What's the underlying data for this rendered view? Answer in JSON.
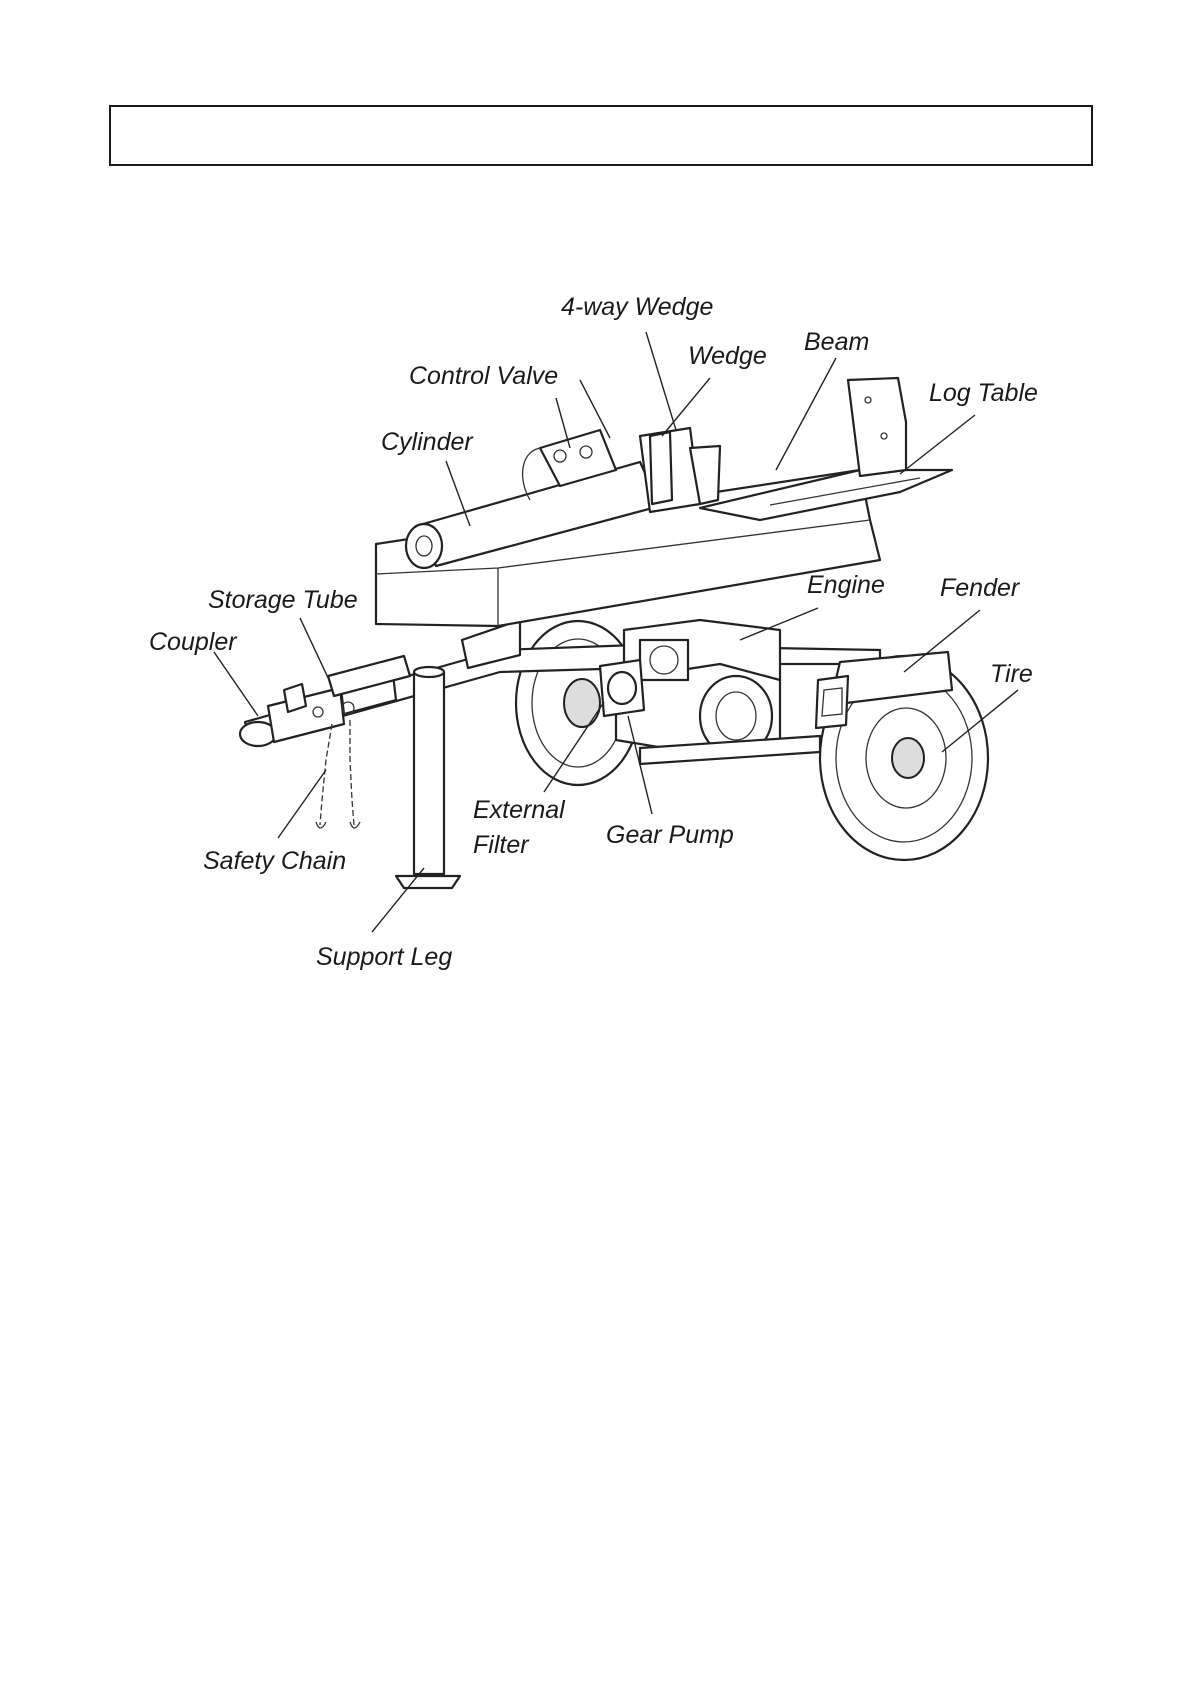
{
  "header": {
    "title": ""
  },
  "labels": {
    "four_way_wedge": "4-way Wedge",
    "wedge": "Wedge",
    "beam": "Beam",
    "control_valve": "Control Valve",
    "log_table": "Log Table",
    "cylinder": "Cylinder",
    "engine": "Engine",
    "fender": "Fender",
    "storage_tube": "Storage Tube",
    "coupler": "Coupler",
    "tire": "Tire",
    "external": "External",
    "filter": "Filter",
    "gear_pump": "Gear Pump",
    "safety_chain": "Safety Chain",
    "support_leg": "Support Leg"
  }
}
